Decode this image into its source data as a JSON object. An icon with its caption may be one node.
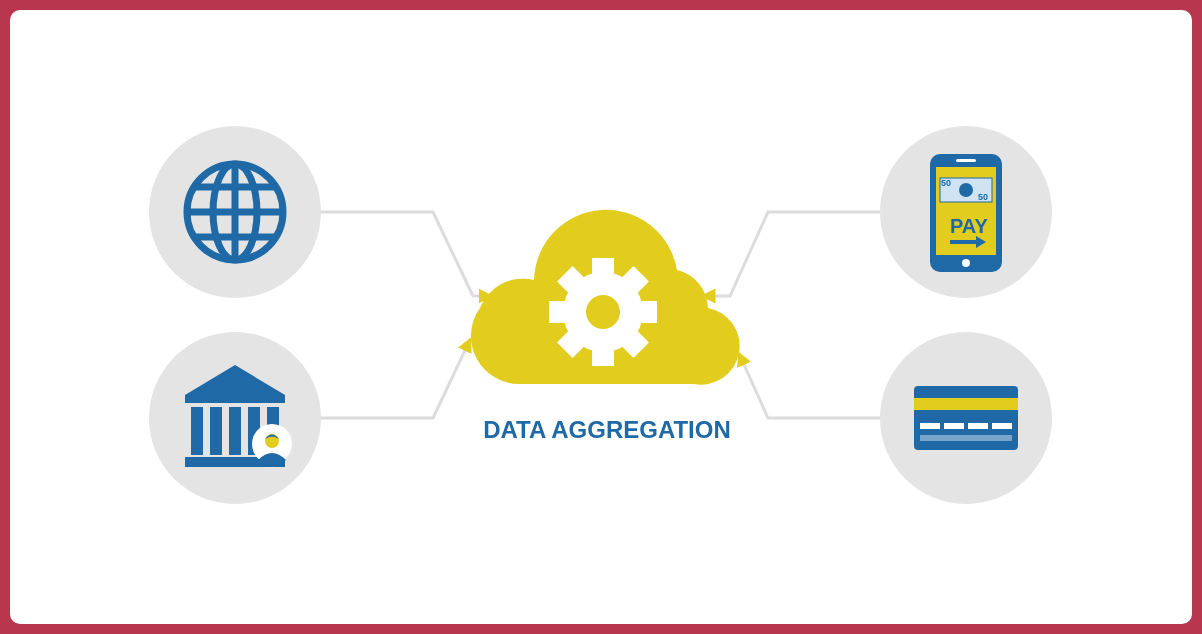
{
  "diagram": {
    "nodes": [
      {
        "text": [],
        "shape": "circle"
      },
      {
        "text": [],
        "shape": "circle"
      },
      {
        "text": [],
        "shape": "cloud",
        "beside": [
          "DATA AGGREGATION"
        ]
      },
      {
        "text": [
          "50",
          "50",
          "PAY"
        ]
      },
      {
        "text": [],
        "shape": "circle"
      }
    ],
    "edges": [
      {
        "from": 0,
        "to": 2,
        "arrow": "to"
      },
      {
        "from": 1,
        "to": 2,
        "arrow": "to"
      },
      {
        "from": 3,
        "to": 2,
        "arrow": "to"
      },
      {
        "from": 4,
        "to": 2,
        "arrow": "to"
      }
    ]
  }
}
